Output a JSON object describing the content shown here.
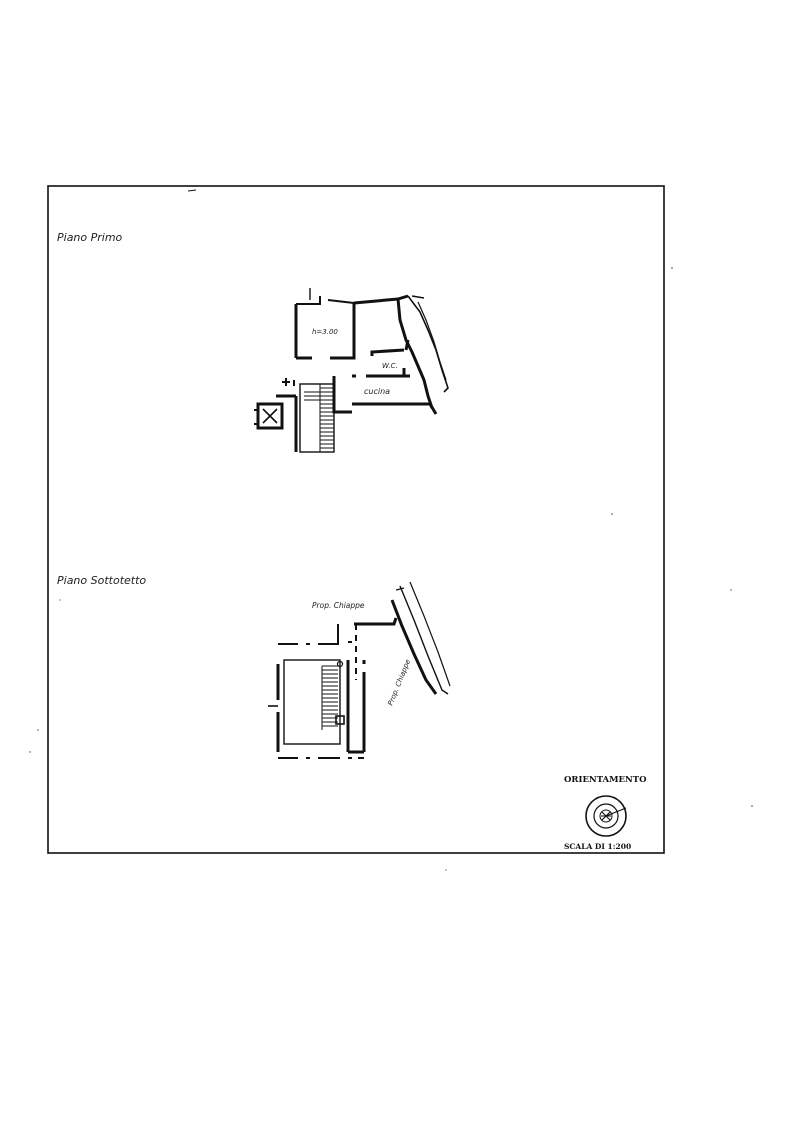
{
  "sections": {
    "upper": {
      "title": "Piano Primo",
      "room_height": "h=3.00",
      "wc": "W.C.",
      "kitchen": "cucina"
    },
    "lower": {
      "title": "Piano Sottotetto",
      "neighbor_top": "Prop. Chiappe",
      "neighbor_side": "Prop. Chiappe"
    }
  },
  "legend": {
    "orientation": "ORIENTAMENTO",
    "scale": "SCALA DI 1:200"
  }
}
